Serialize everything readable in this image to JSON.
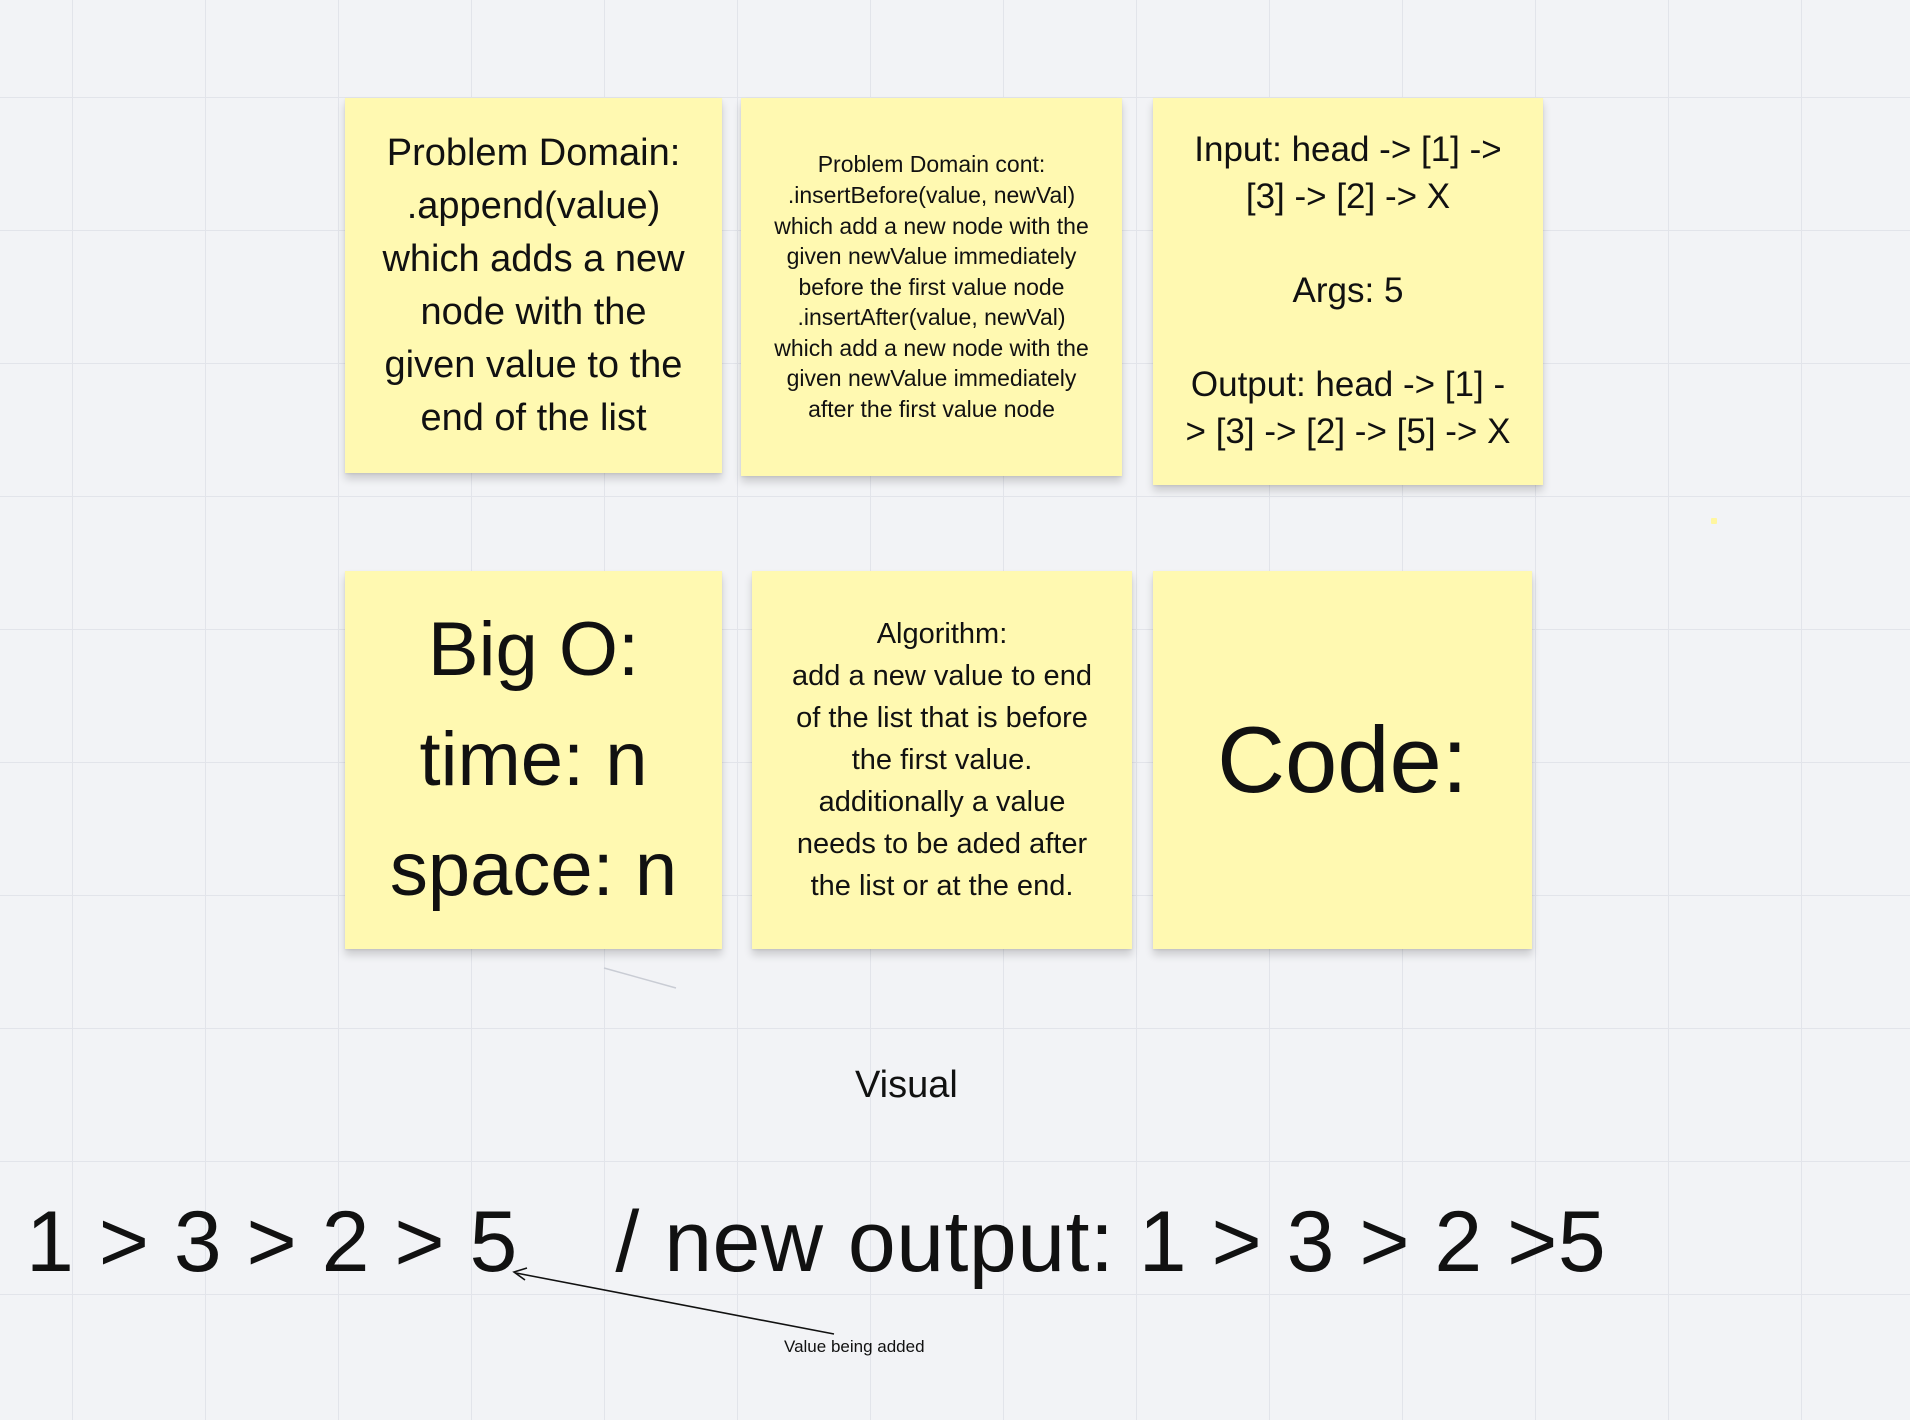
{
  "board": {
    "notes": {
      "problem_domain": {
        "lines": [
          "Problem Domain:",
          ".append(value)",
          "which adds a new",
          "node with the",
          "given value to the",
          "end of the list"
        ]
      },
      "problem_domain_cont": {
        "lines": [
          "Problem Domain cont:",
          ".insertBefore(value, newVal)",
          "which add a new node with the",
          "given newValue immediately",
          "before the first value node",
          ".insertAfter(value, newVal)",
          "which add a new node with the",
          "given newValue immediately",
          "after the first value node"
        ]
      },
      "io": {
        "input_lines": [
          "Input: head -> [1] ->",
          "[3] -> [2] -> X"
        ],
        "args": "Args: 5",
        "output_lines": [
          "Output: head -> [1] -",
          "> [3] -> [2] -> [5] -> X"
        ]
      },
      "big_o": {
        "lines": [
          "Big O:",
          "time: n",
          "space: n"
        ]
      },
      "algorithm": {
        "lines": [
          "Algorithm:",
          "add a new value to end",
          "of the list that is before",
          "the first value.",
          "additionally a value",
          "needs to be aded after",
          "the list or at the end."
        ]
      },
      "code": {
        "text": "Code:"
      }
    },
    "visual_label": "Visual",
    "sequence_text": "1 > 3 > 2 > 5    / new output: 1 > 3 > 2 >5",
    "annotation": "Value being added",
    "colors": {
      "sticky": "#fff9b1",
      "background": "#f2f3f6",
      "grid": "#e2e4ea"
    }
  }
}
